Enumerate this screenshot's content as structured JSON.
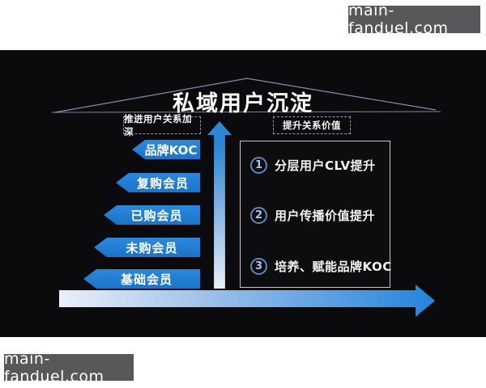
{
  "watermark": {
    "text": "main-fanduel.com"
  },
  "diagram": {
    "title": "私域用户沉淀",
    "left_header": "推进用户关系加深",
    "right_header": "提升关系价值",
    "funnel": {
      "items": [
        {
          "label": "品牌KOC"
        },
        {
          "label": "复购会员"
        },
        {
          "label": "已购会员"
        },
        {
          "label": "未购会员"
        },
        {
          "label": "基础会员"
        }
      ]
    },
    "value_panel": {
      "items": [
        {
          "num": "1",
          "label": "分层用户CLV提升"
        },
        {
          "num": "2",
          "label": "用户传播价值提升"
        },
        {
          "num": "3",
          "label": "培养、赋能品牌KOC"
        }
      ]
    },
    "colors": {
      "chevron_blue": "#1e7ed2",
      "arrow_blue": "#2e86d4",
      "arrow_light": "#eaf0f8",
      "circle_blue": "#5d87c2",
      "background_dark": "#0b0b0d",
      "watermark_gray": "#58585a"
    }
  }
}
